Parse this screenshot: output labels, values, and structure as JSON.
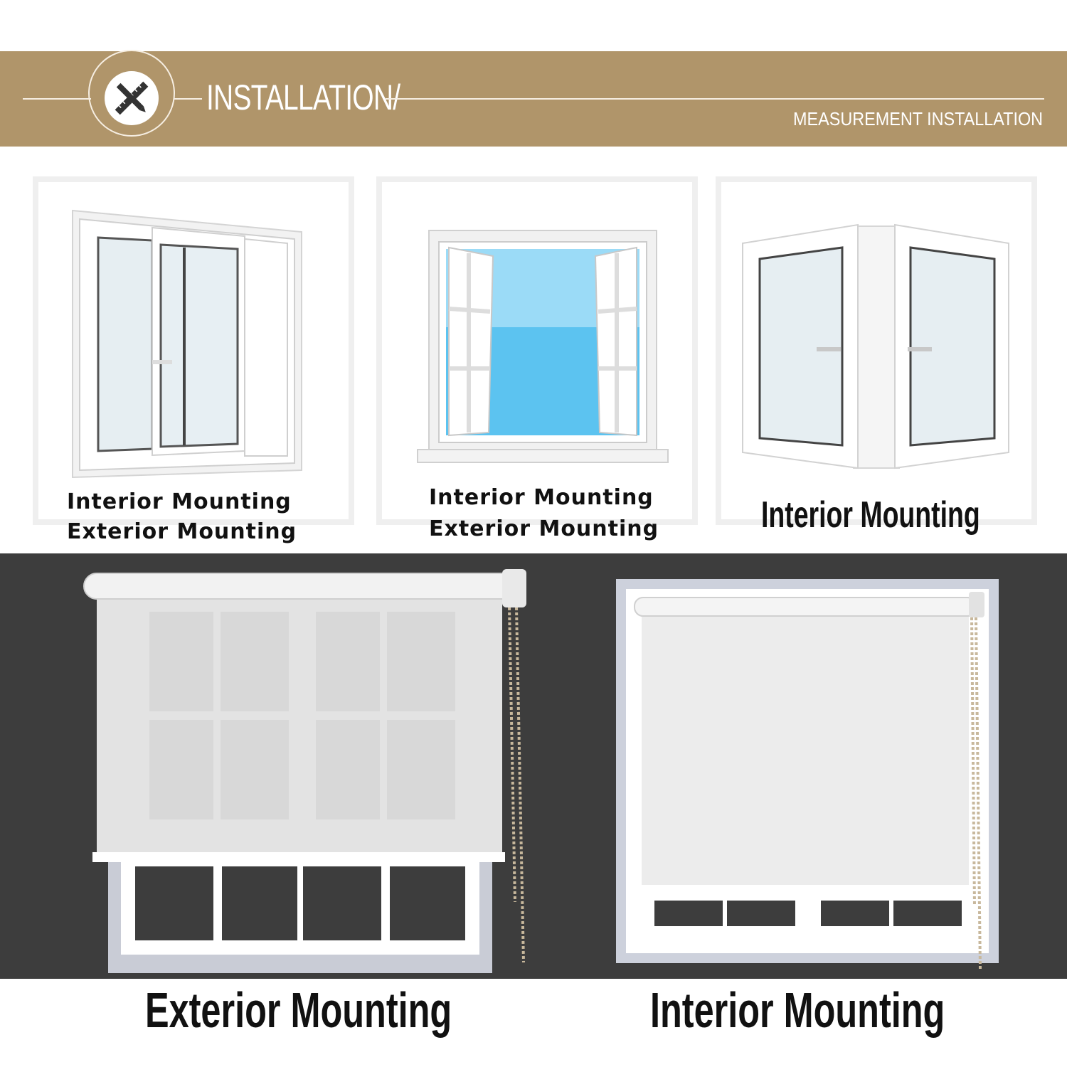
{
  "header": {
    "title": "INSTALLATION/",
    "subtitle": "MEASUREMENT INSTALLATION",
    "icon": "ruler-pencil-cross-icon",
    "banner_color": "#b0956a"
  },
  "cards": [
    {
      "line1": "Interior Mounting",
      "line2": "Exterior Mounting",
      "image": "sliding-window"
    },
    {
      "line1": "Interior Mounting",
      "line2": "Exterior Mounting",
      "image": "open-casement-window-sky"
    },
    {
      "line1": "Interior Mounting",
      "image": "open-double-casement-window"
    }
  ],
  "examples": [
    {
      "label": "Exterior Mounting",
      "image": "sheer-roller-blind-outside-frame"
    },
    {
      "label": "Interior Mounting",
      "image": "blackout-roller-blind-inside-frame"
    }
  ],
  "colors": {
    "dark_band": "#3d3d3d",
    "sky": "#5cc3f0"
  }
}
